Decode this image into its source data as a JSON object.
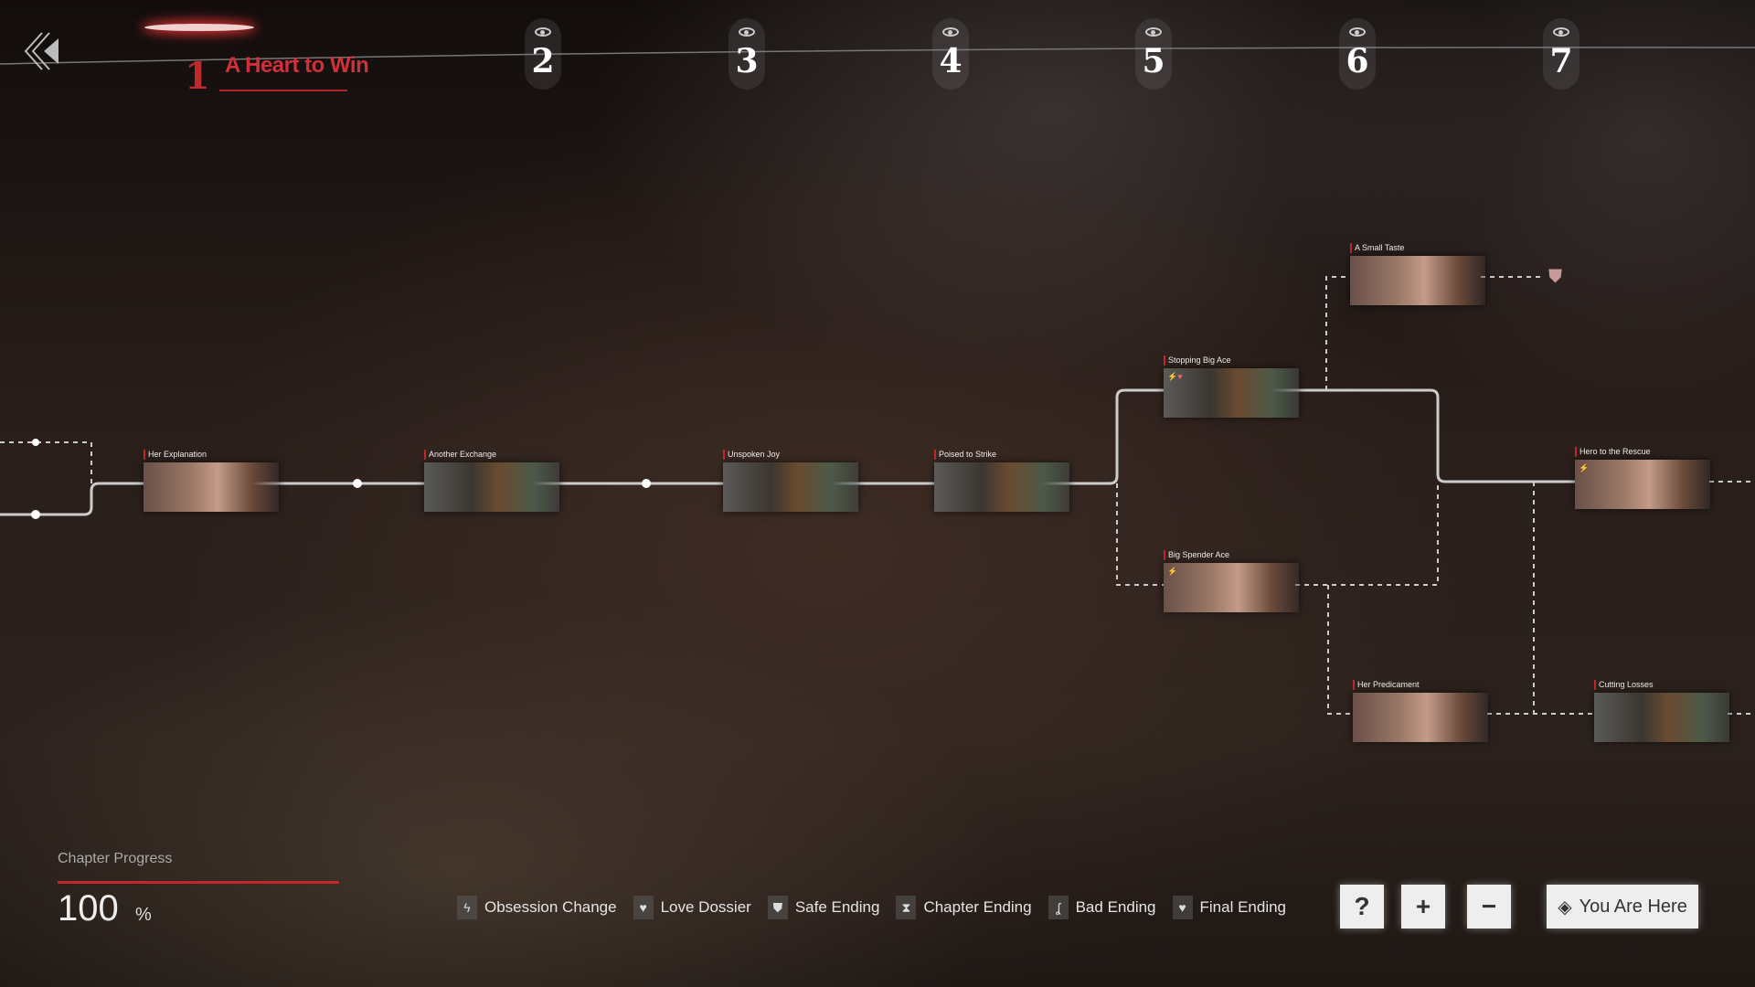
{
  "header": {
    "back_icon": "double-chevron-left-icon",
    "chapter_1": {
      "number": "1",
      "title": "A Heart to Win"
    },
    "chapters": [
      {
        "number": "2"
      },
      {
        "number": "3"
      },
      {
        "number": "4"
      },
      {
        "number": "5"
      },
      {
        "number": "6"
      },
      {
        "number": "7"
      }
    ]
  },
  "nodes": [
    {
      "title": "Her Explanation",
      "kind": "girl"
    },
    {
      "title": "Another Exchange",
      "kind": "boy"
    },
    {
      "title": "Unspoken Joy",
      "kind": "boy"
    },
    {
      "title": "Poised to Strike",
      "kind": "boy"
    },
    {
      "title": "Stopping Big Ace",
      "kind": "boy"
    },
    {
      "title": "A Small Taste",
      "kind": "girl"
    },
    {
      "title": "Big Spender Ace",
      "kind": "girl"
    },
    {
      "title": "Hero to the Rescue",
      "kind": "girl"
    },
    {
      "title": "Her Predicament",
      "kind": "girl"
    },
    {
      "title": "Cutting Losses",
      "kind": "boy"
    }
  ],
  "progress": {
    "label": "Chapter Progress",
    "value": "100",
    "unit": "%",
    "fraction": 1.0
  },
  "legend": [
    {
      "label": "Obsession Change",
      "icon": "obsession-icon"
    },
    {
      "label": "Love Dossier",
      "icon": "dossier-icon"
    },
    {
      "label": "Safe Ending",
      "icon": "shield-icon"
    },
    {
      "label": "Chapter Ending",
      "icon": "hourglass-icon"
    },
    {
      "label": "Bad Ending",
      "icon": "hook-icon"
    },
    {
      "label": "Final Ending",
      "icon": "heart-gem-icon"
    }
  ],
  "controls": {
    "help": "?",
    "zoom_in": "+",
    "zoom_out": "−",
    "you_are_here": "You Are Here"
  },
  "colors": {
    "accent": "#c0282a"
  }
}
